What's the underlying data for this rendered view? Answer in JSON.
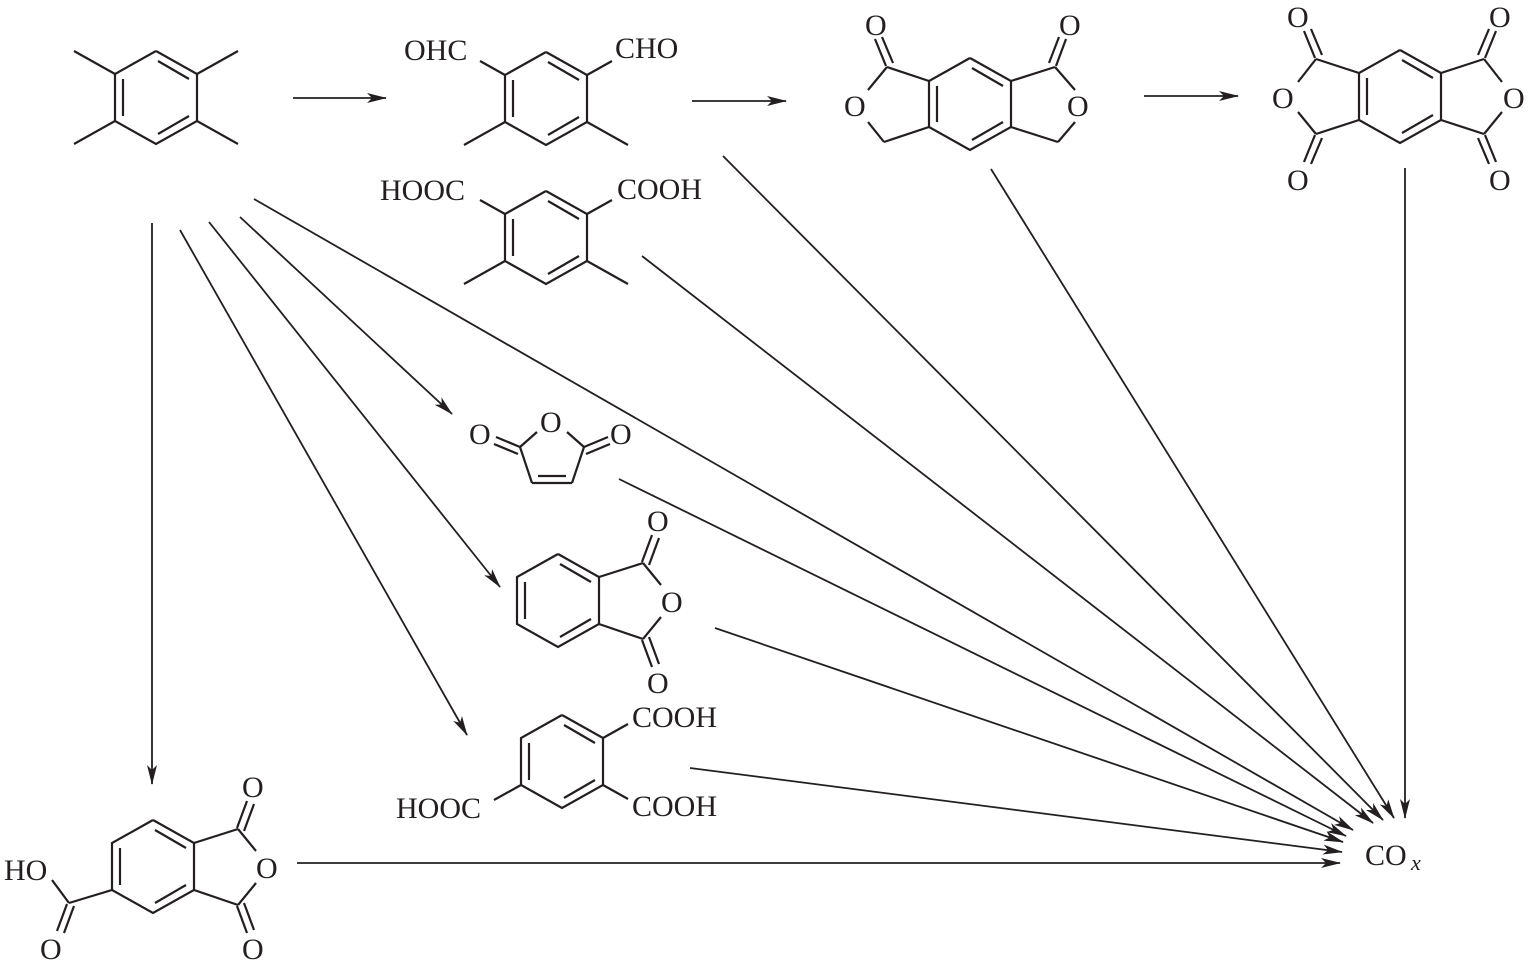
{
  "diagram": {
    "title": "Oxidation network of 1,2,4,5-tetramethylbenzene (durene) to PMDA and CO_x",
    "line_color": "#231f20",
    "background": "#ffffff",
    "nodes": [
      {
        "id": "durene",
        "name": "1,2,4,5-tetramethylbenzene",
        "labels": []
      },
      {
        "id": "dialdehyde",
        "name": "4,6-dimethylisophthalaldehyde",
        "labels": [
          "OHC",
          "CHO"
        ]
      },
      {
        "id": "diacid",
        "name": "4,6-dimethylisophthalic acid",
        "labels": [
          "HOOC",
          "COOH"
        ]
      },
      {
        "id": "dilactone",
        "name": "pyromellitide (dilactone)",
        "labels": [
          "O",
          "O",
          "O",
          "O"
        ]
      },
      {
        "id": "pmda",
        "name": "pyromellitic dianhydride",
        "labels": [
          "O",
          "O",
          "O",
          "O",
          "O",
          "O"
        ]
      },
      {
        "id": "maleic",
        "name": "maleic anhydride",
        "labels": [
          "O",
          "O",
          "O"
        ]
      },
      {
        "id": "phthalic",
        "name": "phthalic anhydride",
        "labels": [
          "O",
          "O",
          "O"
        ]
      },
      {
        "id": "trimellitic_acid",
        "name": "trimellitic acid",
        "labels": [
          "COOH",
          "COOH",
          "HOOC"
        ]
      },
      {
        "id": "trimellitic_anhydride",
        "name": "trimellitic anhydride",
        "labels": [
          "HO",
          "O",
          "O",
          "O",
          "O"
        ]
      },
      {
        "id": "cox",
        "name": "carbon oxides",
        "label": "CO",
        "subscript": "x"
      }
    ],
    "edges": [
      {
        "from": "durene",
        "to": "dialdehyde"
      },
      {
        "from": "dialdehyde",
        "to": "dilactone"
      },
      {
        "from": "dilactone",
        "to": "pmda"
      },
      {
        "from": "durene",
        "to": "maleic"
      },
      {
        "from": "durene",
        "to": "phthalic"
      },
      {
        "from": "durene",
        "to": "trimellitic_acid"
      },
      {
        "from": "durene",
        "to": "trimellitic_anhydride"
      },
      {
        "from": "durene",
        "to": "cox"
      },
      {
        "from": "dialdehyde",
        "to": "cox"
      },
      {
        "from": "diacid",
        "to": "cox"
      },
      {
        "from": "dilactone",
        "to": "cox"
      },
      {
        "from": "pmda",
        "to": "cox"
      },
      {
        "from": "maleic",
        "to": "cox"
      },
      {
        "from": "phthalic",
        "to": "cox"
      },
      {
        "from": "trimellitic_acid",
        "to": "cox"
      },
      {
        "from": "trimellitic_anhydride",
        "to": "cox"
      }
    ]
  }
}
